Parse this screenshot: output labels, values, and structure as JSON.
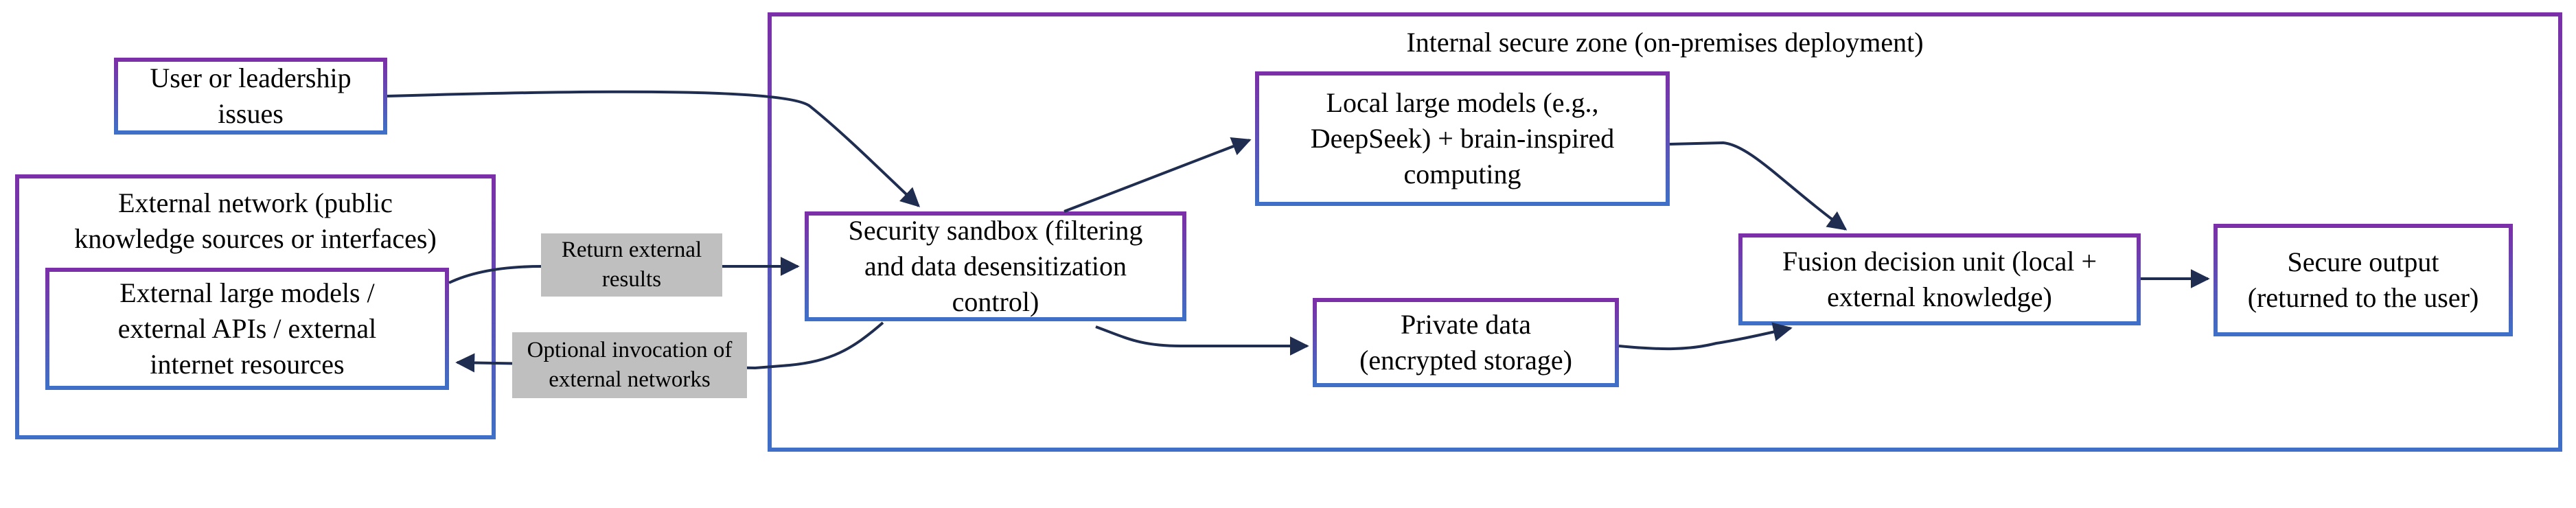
{
  "zones": {
    "internal": {
      "title": "Internal secure zone (on-premises deployment)"
    },
    "external": {
      "title": "External network (public\nknowledge sources or interfaces)"
    }
  },
  "nodes": {
    "user_issues": "User or leadership\nissues",
    "external_models": "External large models /\nexternal APIs / external\ninternet resources",
    "sandbox": "Security sandbox (filtering\nand data desensitization\ncontrol)",
    "local_models": "Local large models (e.g.,\nDeepSeek) + brain-inspired\ncomputing",
    "private_data": "Private data\n(encrypted storage)",
    "fusion": "Fusion decision unit (local +\nexternal knowledge)",
    "secure_output": "Secure output\n(returned to the user)"
  },
  "edge_labels": {
    "return_results": "Return external\nresults",
    "optional_invocation": "Optional invocation of\nexternal networks"
  },
  "colors": {
    "border_top": "#7b2fa8",
    "border_bottom": "#3f6fc6",
    "arrow": "#1f2d50",
    "label_bg": "#bfbfbf"
  }
}
